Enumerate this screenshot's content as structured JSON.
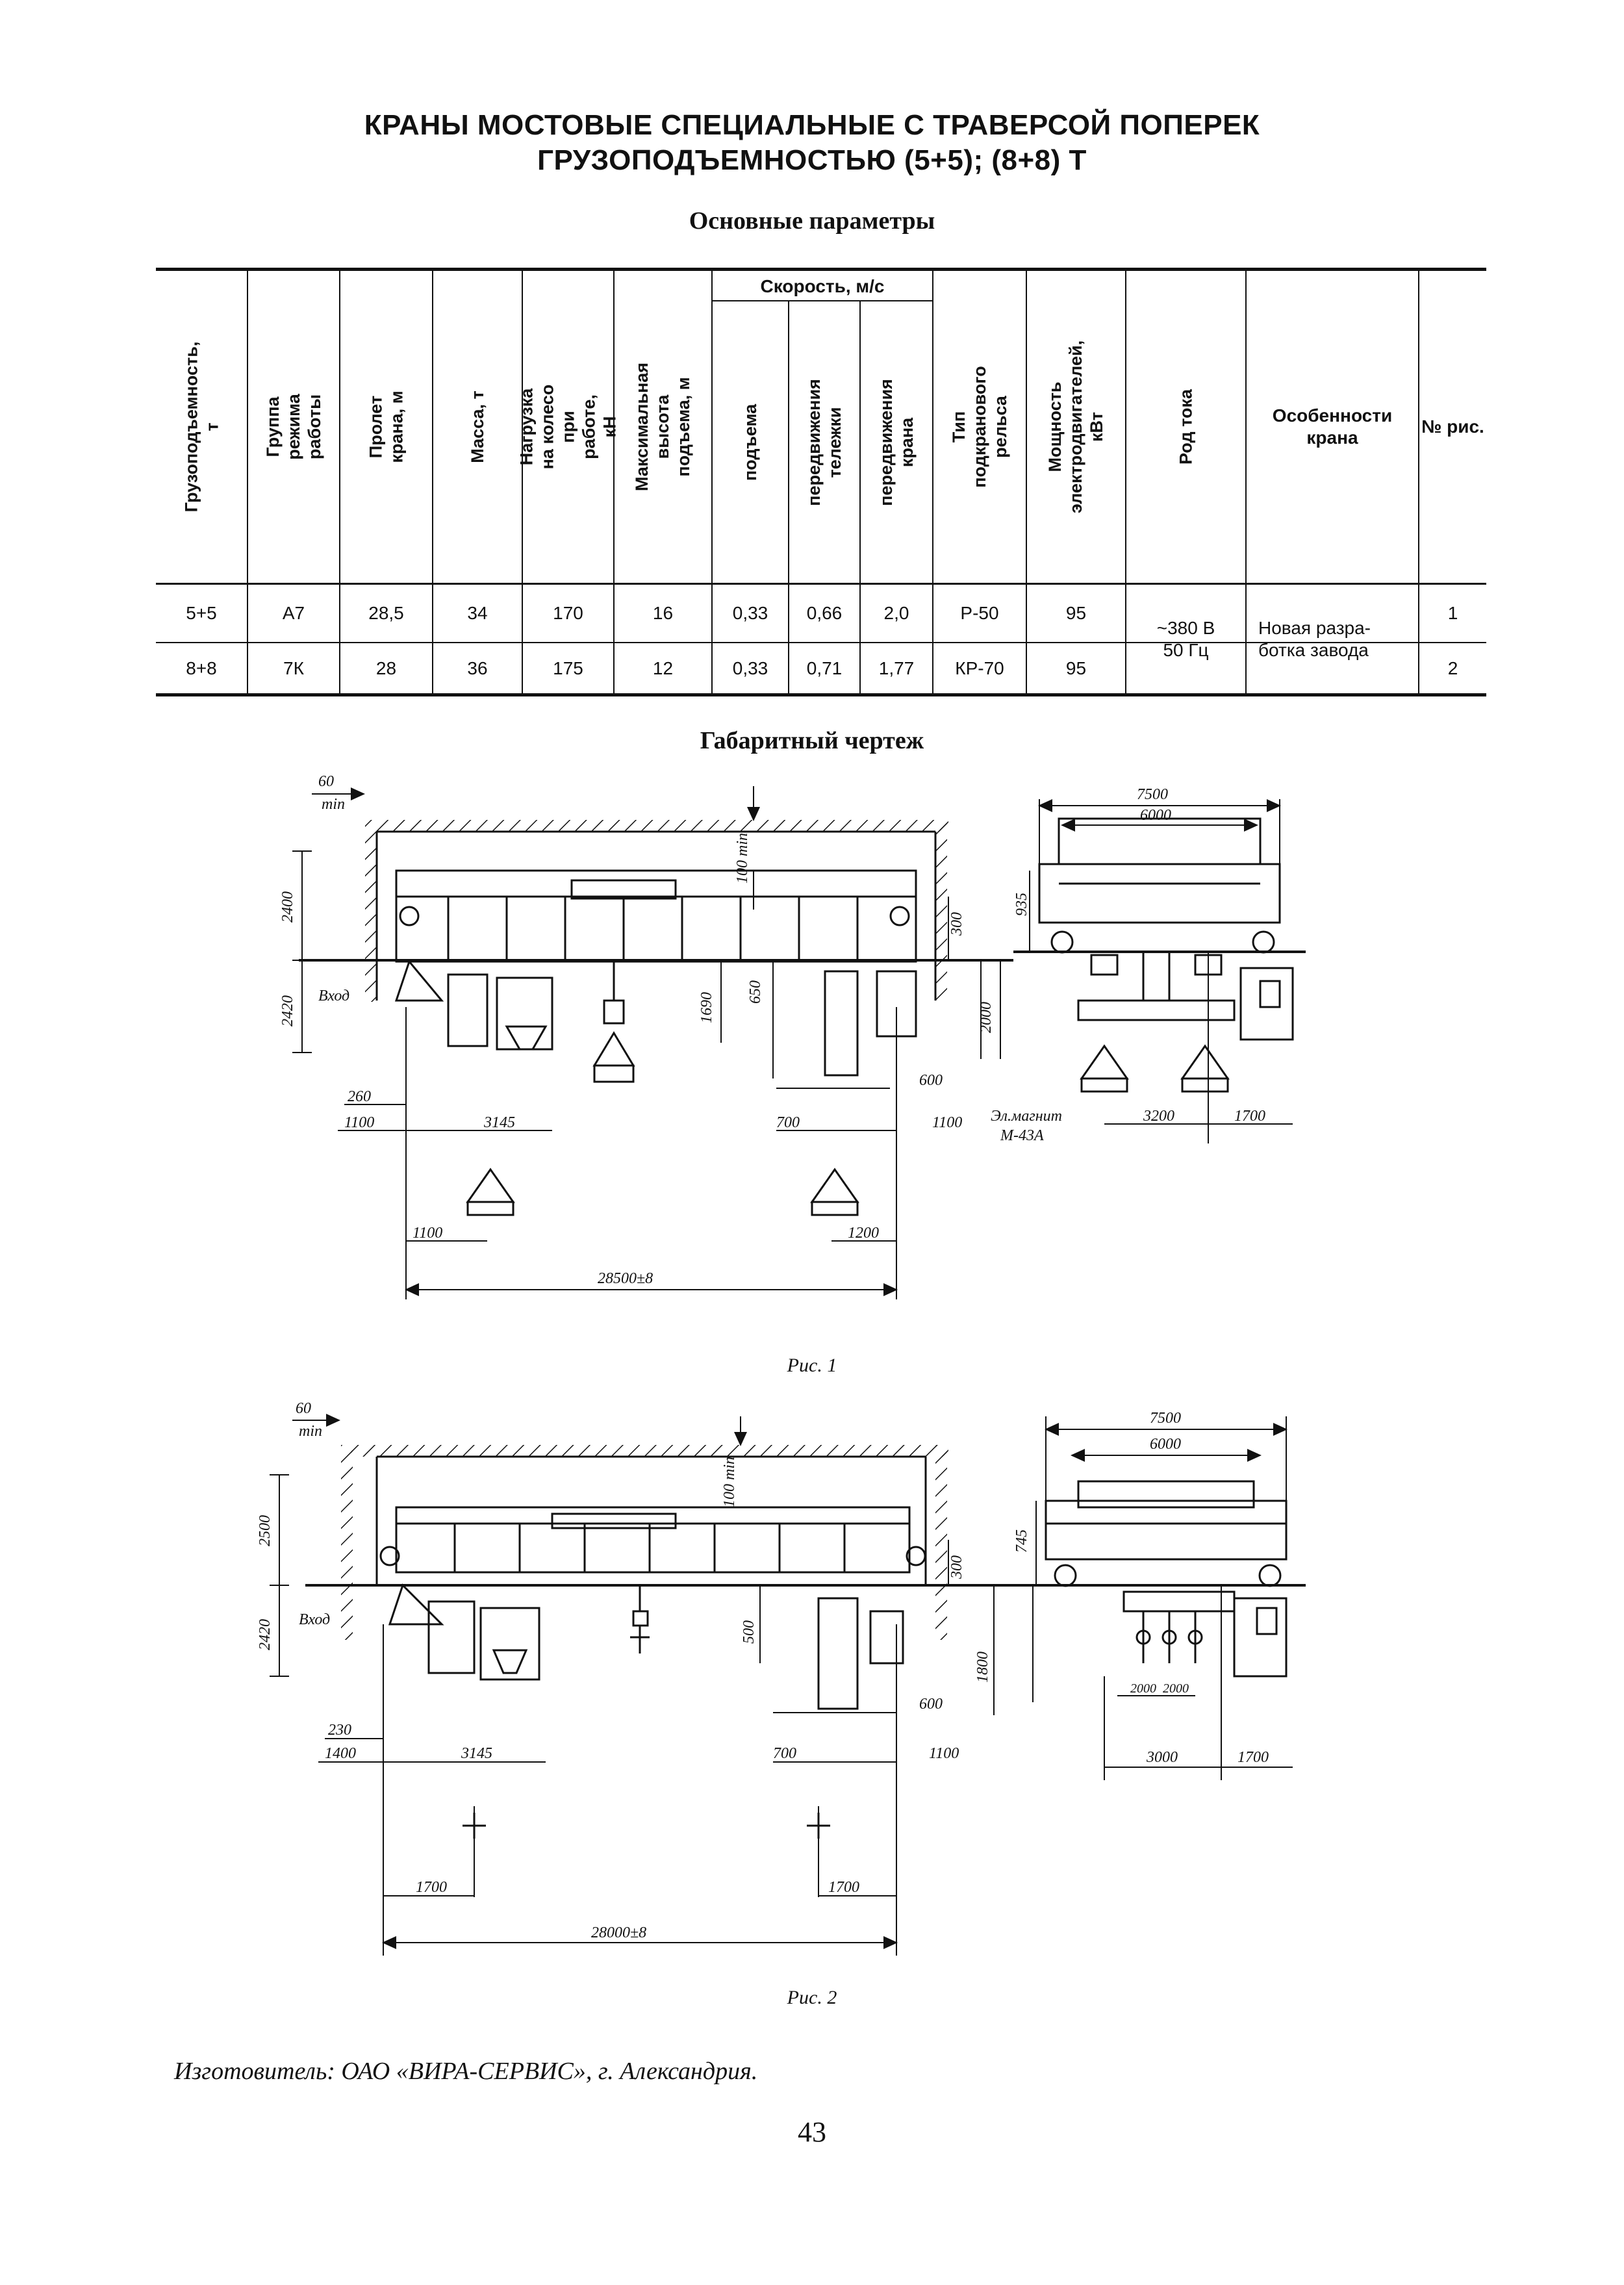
{
  "title_line1": "КРАНЫ МОСТОВЫЕ СПЕЦИАЛЬНЫЕ С ТРАВЕРСОЙ ПОПЕРЕК",
  "title_line2": "ГРУЗОПОДЪЕМНОСТЬЮ (5+5); (8+8) Т",
  "params_title": "Основные параметры",
  "table": {
    "headers": {
      "capacity": "Грузоподъемность, т",
      "duty_group": "Группа режима работы",
      "span": "Пролет крана, м",
      "mass": "Масса, т",
      "wheel_load": "Нагрузка на колесо при работе, кН",
      "max_height": "Максимальная высота подъема, м",
      "speed_group": "Скорость, м/с",
      "speed_lift": "подъема",
      "speed_trolley": "передвижения тележки",
      "speed_crane": "передвижения крана",
      "rail_type": "Тип подкранового рельса",
      "motor_power": "Мощность электродвигателей, кВт",
      "current": "Род тока",
      "features": "Особенности крана",
      "fig_no": "№ рис."
    },
    "rows": [
      {
        "capacity": "5+5",
        "duty_group": "А7",
        "span": "28,5",
        "mass": "34",
        "wheel_load": "170",
        "max_height": "16",
        "speed_lift": "0,33",
        "speed_trolley": "0,66",
        "speed_crane": "2,0",
        "rail_type": "Р-50",
        "motor_power": "95",
        "fig_no": "1"
      },
      {
        "capacity": "8+8",
        "duty_group": "7К",
        "span": "28",
        "mass": "36",
        "wheel_load": "175",
        "max_height": "12",
        "speed_lift": "0,33",
        "speed_trolley": "0,71",
        "speed_crane": "1,77",
        "rail_type": "КР-70",
        "motor_power": "95",
        "fig_no": "2"
      }
    ],
    "current_line1": "~380 В",
    "current_line2": "50 Гц",
    "features_line1": "Новая разра-",
    "features_line2": "ботка завода"
  },
  "drawing_title": "Габаритный чертеж",
  "fig1": {
    "caption": "Рис. 1",
    "dims": {
      "d60": "60",
      "min": "min",
      "d2400": "2400",
      "d2420": "2420",
      "entrance": "Вход",
      "d100min": "100 min",
      "d300": "300",
      "d650": "650",
      "d1690": "1690",
      "d2000": "2000",
      "d260": "260",
      "d1100a": "1100",
      "d3145": "3145",
      "d600": "600",
      "d700": "700",
      "d1100b": "1100",
      "d1100c": "1100",
      "d1200": "1200",
      "d28500": "28500±8",
      "d7500": "7500",
      "d6000": "6000",
      "d935": "935",
      "magnet1": "Эл.магнит",
      "magnet2": "М-43А",
      "d3200": "3200",
      "d1700": "1700"
    }
  },
  "fig2": {
    "caption": "Рис. 2",
    "dims": {
      "d60": "60",
      "min": "min",
      "d2500": "2500",
      "d2420": "2420",
      "entrance": "Вход",
      "d100min": "100 min",
      "d300": "300",
      "d500": "500",
      "d1800": "1800",
      "d230": "230",
      "d1400": "1400",
      "d3145": "3145",
      "d600": "600",
      "d700": "700",
      "d1100": "1100",
      "d1700a": "1700",
      "d1700b": "1700",
      "d28000": "28000±8",
      "d7500": "7500",
      "d6000": "6000",
      "d745": "745",
      "d2000a": "2000",
      "d2000b": "2000",
      "d3000": "3000",
      "d1700c": "1700"
    }
  },
  "manufacturer": "Изготовитель: ОАО «ВИРА-СЕРВИС», г. Александрия.",
  "page_number": "43"
}
